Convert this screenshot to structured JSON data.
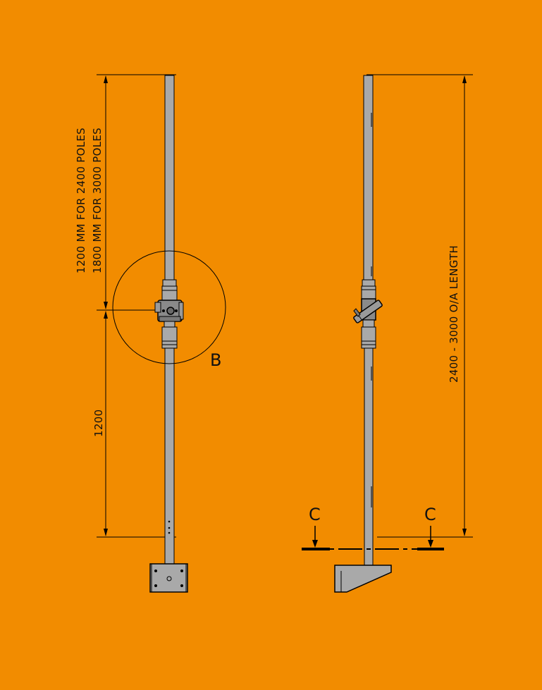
{
  "drawing": {
    "background_color": "#f28c00",
    "pole_fill": "#a9a9a9",
    "line_color": "#000000",
    "labels": {
      "upper_dimension_line1": "1200 MM FOR 2400 POLES",
      "upper_dimension_line2": "1800 MM FOR 3000 POLES",
      "lower_dimension": "1200",
      "overall_length": "2400 - 3000 O/A LENGTH",
      "detail_callout": "B",
      "section_left": "C",
      "section_right": "C"
    }
  }
}
